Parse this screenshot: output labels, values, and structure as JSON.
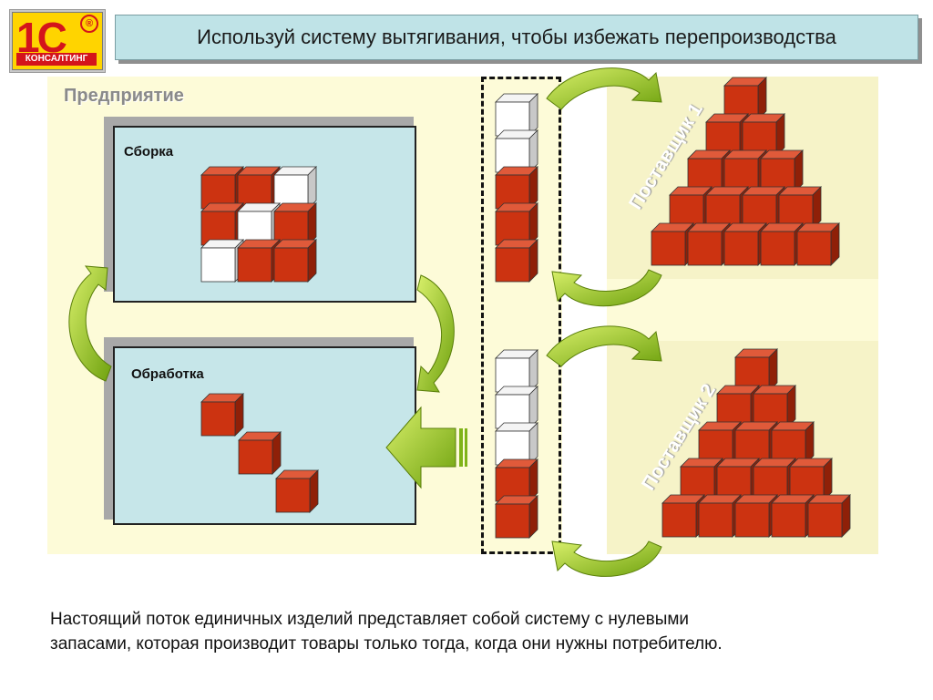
{
  "logo": {
    "brand": "1С",
    "registered": "®",
    "subtitle": "КОНСАЛТИНГ"
  },
  "title": "Используй систему вытягивания, чтобы избежать перепроизводства",
  "enterprise_label": "Предприятие",
  "assembly_label": "Сборка",
  "processing_label": "Обработка",
  "supplier1_label": "Поставщик 1",
  "supplier2_label": "Поставщик 2",
  "body_text_line1": "Настоящий поток единичных изделий представляет собой систему с нулевыми",
  "body_text_line2": "запасами, которая производит товары только тогда, когда они нужны потребителю.",
  "colors": {
    "brick_red": "#cc3311",
    "title_bg": "#bfe3e7",
    "panel_bg": "#c6e6e9",
    "enterprise_bg": "#fdfbd8",
    "arrow_green": "#8ec21c"
  },
  "assembly_grid": [
    [
      "red",
      "red",
      "white"
    ],
    [
      "red",
      "white",
      "red"
    ],
    [
      "white",
      "red",
      "red"
    ]
  ],
  "kanban_stack_top": [
    "white",
    "white",
    "red",
    "red",
    "red"
  ],
  "kanban_stack_bottom": [
    "white",
    "white",
    "white",
    "red",
    "red"
  ],
  "processing_cube_count": 3,
  "pyramid_rows": [
    1,
    2,
    3,
    4,
    5
  ]
}
